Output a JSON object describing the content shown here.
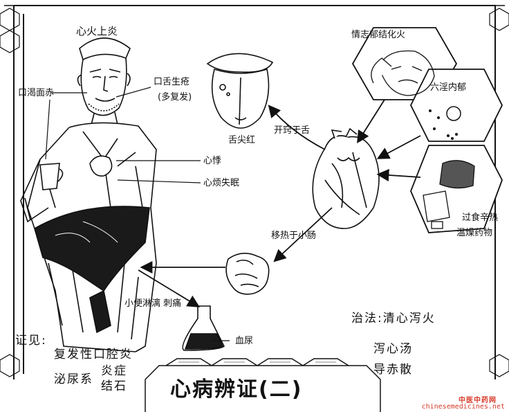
{
  "title": "心病辨证(二)",
  "subtitle": "心火上炎",
  "symptoms": {
    "thirst_red_face": "口渴面赤",
    "mouth_sores": "口舌生疮",
    "recurrent": "(多复发)",
    "red_tip": "舌尖红",
    "palpitation": "心悸",
    "insomnia": "心烦失眠",
    "urination": "小便淋漓 刺痛",
    "hematuria": "血尿"
  },
  "pathways": {
    "to_tongue": "开窍于舌",
    "to_intestine": "移热于小肠"
  },
  "causes": {
    "emotion": "情志郁结化火",
    "six_excess": "六淫内郁",
    "diet": "过食辛热",
    "drugs": "温燥药物"
  },
  "diseases": {
    "heading": "证见:",
    "oral": "复发性口腔炎",
    "urinary_prefix": "泌尿系",
    "urinary_top": "炎症",
    "urinary_bottom": "结石"
  },
  "treatment": {
    "method": "治法:清心泻火",
    "formula1": "泻心汤",
    "formula2": "导赤散"
  },
  "watermark": {
    "cn": "中医中药网",
    "url": "chinesemedicines.net"
  }
}
